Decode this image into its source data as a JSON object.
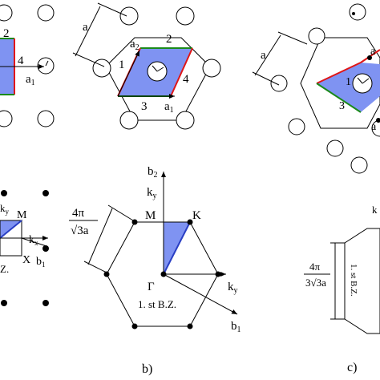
{
  "panels": {
    "a": {
      "edge_numbers": [
        "2",
        "4"
      ],
      "vector_a1": "a",
      "vector_a1_sub": "1",
      "reciprocal_labels": {
        "ky": "k",
        "ky_sub": "y",
        "M": "M",
        "kx": "k",
        "kx_sub": "x",
        "X": "X",
        "b1": "b",
        "b1_sub": "1",
        "bz": "Z."
      }
    },
    "b": {
      "lattice_constant": "a",
      "edge_numbers": [
        "1",
        "2",
        "3",
        "4"
      ],
      "vector_a1": "a",
      "vector_a1_sub": "1",
      "vector_a2": "a",
      "vector_a2_sub": "2",
      "reciprocal_labels": {
        "b2": "b",
        "b2_sub": "2",
        "ky": "k",
        "ky_sub": "y",
        "M": "M",
        "K": "K",
        "Gamma": "Γ",
        "ky2": "k",
        "ky2_sub": "y",
        "b1": "b",
        "b1_sub": "1",
        "bz": "1. st B.Z.",
        "scale_num": "4π",
        "scale_den": "√3a"
      },
      "caption": "b)"
    },
    "c": {
      "lattice_constant": "a",
      "edge_numbers": [
        "1",
        "3"
      ],
      "vector_a": "a",
      "reciprocal_labels": {
        "k_partial": "k",
        "bz": "1. st B.Z.",
        "scale_num": "4π",
        "scale_den": "3√3a"
      },
      "caption": "c)"
    }
  },
  "colors": {
    "fill": "#7f93f2",
    "edge_red": "#e01616",
    "edge_green": "#1a8a1a",
    "line": "#000000"
  }
}
